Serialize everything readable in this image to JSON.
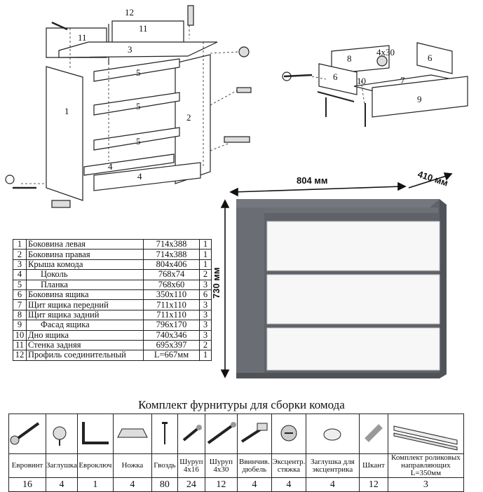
{
  "callouts": [
    "1",
    "2",
    "3",
    "4",
    "4",
    "5",
    "5",
    "5",
    "11",
    "11",
    "12",
    "6",
    "6",
    "8",
    "9",
    "10",
    "7",
    "4x30"
  ],
  "dimensions": {
    "width": "804 мм",
    "depth": "410 мм",
    "height": "730 мм"
  },
  "parts": [
    {
      "n": "1",
      "name": "Боковина левая",
      "size": "714x388",
      "qty": "1"
    },
    {
      "n": "2",
      "name": "Боковина правая",
      "size": "714x388",
      "qty": "1"
    },
    {
      "n": "3",
      "name": "Крыша комода",
      "size": "804x406",
      "qty": "1"
    },
    {
      "n": "4",
      "name": "Цоколь",
      "size": "768x74",
      "qty": "2"
    },
    {
      "n": "5",
      "name": "Планка",
      "size": "768x60",
      "qty": "3"
    },
    {
      "n": "6",
      "name": "Боковина ящика",
      "size": "350x110",
      "qty": "6"
    },
    {
      "n": "7",
      "name": "Щит ящика передний",
      "size": "711x110",
      "qty": "3"
    },
    {
      "n": "8",
      "name": "Щит ящика задний",
      "size": "711x110",
      "qty": "3"
    },
    {
      "n": "9",
      "name": "Фасад ящика",
      "size": "796x170",
      "qty": "3"
    },
    {
      "n": "10",
      "name": "Дно ящика",
      "size": "740x346",
      "qty": "3"
    },
    {
      "n": "11",
      "name": "Стенка задняя",
      "size": "695x397",
      "qty": "2"
    },
    {
      "n": "12",
      "name": "Профиль соединительный",
      "size": "L=667мм",
      "qty": "1"
    }
  ],
  "hardware_title": "Комплект фурнитуры для сборки комода",
  "hardware": [
    {
      "label": "Евровинт",
      "qty": "16",
      "icon": "euroscrew-icon"
    },
    {
      "label": "Заглушка",
      "qty": "4",
      "icon": "cap-icon"
    },
    {
      "label": "Евроключ",
      "qty": "1",
      "icon": "hex-key-icon"
    },
    {
      "label": "Ножка",
      "qty": "4",
      "icon": "foot-icon"
    },
    {
      "label": "Гвоздь",
      "qty": "80",
      "icon": "nail-icon"
    },
    {
      "label": "Шуруп 4x16",
      "qty": "24",
      "icon": "screw-short-icon"
    },
    {
      "label": "Шуруп 4x30",
      "qty": "12",
      "icon": "screw-long-icon"
    },
    {
      "label": "Ввинчив. дюбель",
      "qty": "4",
      "icon": "dowel-icon"
    },
    {
      "label": "Эксцентр. стяжка",
      "qty": "4",
      "icon": "cam-lock-icon"
    },
    {
      "label": "Заглушка для эксцентрика",
      "qty": "4",
      "icon": "cam-cap-icon"
    },
    {
      "label": "Шкант",
      "qty": "12",
      "icon": "wood-dowel-icon"
    },
    {
      "label": "Комплект роликовых направляющих L=350мм",
      "qty": "3",
      "icon": "drawer-slide-icon"
    }
  ]
}
